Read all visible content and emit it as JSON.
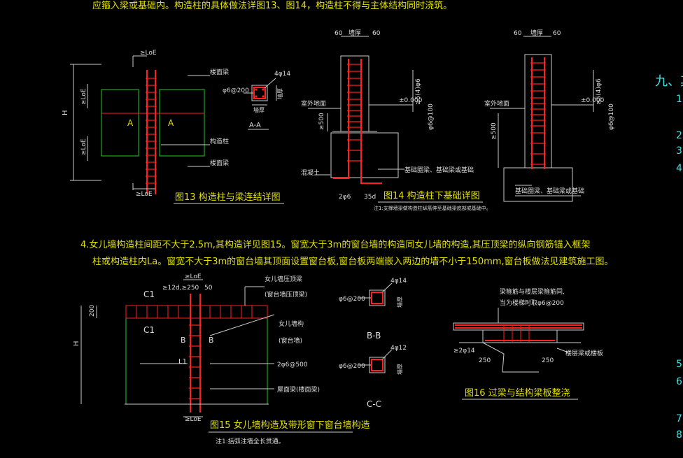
{
  "text": {
    "top_note": "应箍入梁或基础内。构造柱的具体做法详图13、图14，构造柱不得与主体结构同时浇筑。",
    "para4_line1": "4.女儿墙构造柱间距不大于2.5m,其构造详见图15。窗宽大于3m的窗台墙的构造同女儿墙的构造,其压顶梁的纵向钢筋锚入框架",
    "para4_line2": "柱或构造柱内La。窗宽不大于3m的窗台墙其顶面设置窗台板,窗台板两端嵌入两边的墙不小于150mm,窗台板做法见建筑施工图。",
    "right_heading": "九、其",
    "right_numbers": [
      "1",
      "2",
      "3",
      "4",
      "5",
      "6",
      "7",
      "8"
    ]
  },
  "fig13": {
    "caption": "图13  构造柱与梁连结详图",
    "label_h": "H",
    "label_a_left": "A",
    "label_a_right": "A",
    "loe_top": "≥LoE",
    "loe_mid": "≥LoE",
    "loe_low": "≥LoE",
    "loe_bottom": "≥LoE",
    "beam_top": "楼面梁",
    "beam_mid": "构造柱",
    "beam_bottom": "楼面梁"
  },
  "sectionAA": {
    "rebar": "4φ14",
    "stirrup": "φ6@200",
    "wall": "墙厚",
    "dim": "墙厚",
    "title": "A-A"
  },
  "fig14": {
    "caption": "图14  构造柱下基础详图",
    "note": "注1:支撑墙梁做构造柱纵筋伸至基础梁底部或基础中。",
    "dim60a": "60",
    "dim60b": "60",
    "dim_wall": "墙厚",
    "elev": "±0.000",
    "outdoor": "室外地面",
    "stirrup_dense": "φ6@100",
    "note_500": "≥500",
    "vert_note": "≥5(4)φ6",
    "base_label": "基础圈梁、基础梁或基础",
    "bottom_label": "混凝土",
    "rebar_2f6": "2φ6",
    "dim_35d": "35d"
  },
  "fig14b": {
    "dim60a": "60",
    "dim60b": "60",
    "dim_wall": "墙厚",
    "elev": "±0.000",
    "outdoor": "室外地面",
    "stirrup_dense": "φ6@100",
    "note_500": "≥500",
    "vert_note": "≥5(4)φ6",
    "base_label": "基础圈梁、基础梁或基础"
  },
  "fig15": {
    "caption": "图15  女儿墙构造及带形窗下窗台墙构造",
    "note": "注1:括弧注墙全长贯通。",
    "c1a": "C1",
    "c1b": "C1",
    "b1": "B",
    "b2": "B",
    "l1": "L1",
    "h": "H",
    "d200": "200",
    "loe_top": "≥LoE",
    "loe_bottom": "≥LoE",
    "top_dims": "≥12d,≥250",
    "dim50": "50",
    "lab1a": "女儿墙压顶梁",
    "lab1b": "(窗台墙压顶梁)",
    "lab2a": "女儿墙构",
    "lab2b": "(窗台墙)",
    "lab3": "2φ6@500",
    "lab4": "屋面梁(楼面梁)"
  },
  "sectionBB": {
    "rebar": "4φ14",
    "stirrup": "φ6@200",
    "dim": "墙厚",
    "title": "B-B"
  },
  "sectionCC": {
    "rebar": "4φ12",
    "stirrup": "φ6@200",
    "dim": "墙厚",
    "title": "C-C"
  },
  "fig16": {
    "caption": "图16  过梁与结构梁板整浇",
    "note_line1": "梁箍筋与楼层梁箍筋同,",
    "note_line2": "当为楼梯时取φ6@200",
    "rebar": "≥2φ14",
    "d250a": "250",
    "d250b": "250",
    "right_label": "楼层梁或楼板"
  }
}
